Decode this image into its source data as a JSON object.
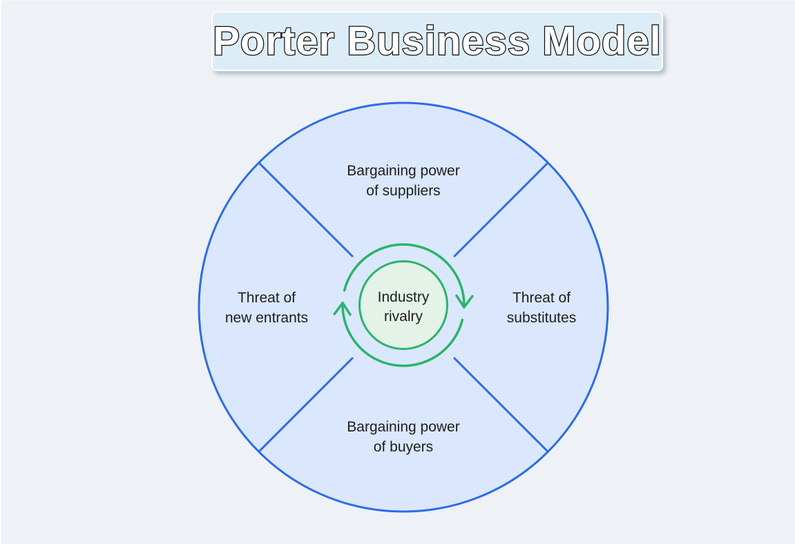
{
  "title": {
    "text": "Porter Business Model"
  },
  "diagram": {
    "center": {
      "line1": "Industry",
      "line2": "rivalry"
    },
    "forces": {
      "top": {
        "line1": "Bargaining power",
        "line2": "of suppliers"
      },
      "right": {
        "line1": "Threat of",
        "line2": "substitutes"
      },
      "bottom": {
        "line1": "Bargaining power",
        "line2": "of buyers"
      },
      "left": {
        "line1": "Threat of",
        "line2": "new entrants"
      }
    },
    "colors": {
      "background": "#eef1f5",
      "title_box_fill": "#ddedf7",
      "quadrant_fill": "#dbe7fc",
      "circle_stroke": "#2b6ce9",
      "ring_stroke": "#29b46b",
      "center_fill": "#e4f2e8",
      "label_text": "#1d1e20",
      "title_text_fill": "#ffffff",
      "title_text_outline": "#0b0b0b"
    }
  }
}
